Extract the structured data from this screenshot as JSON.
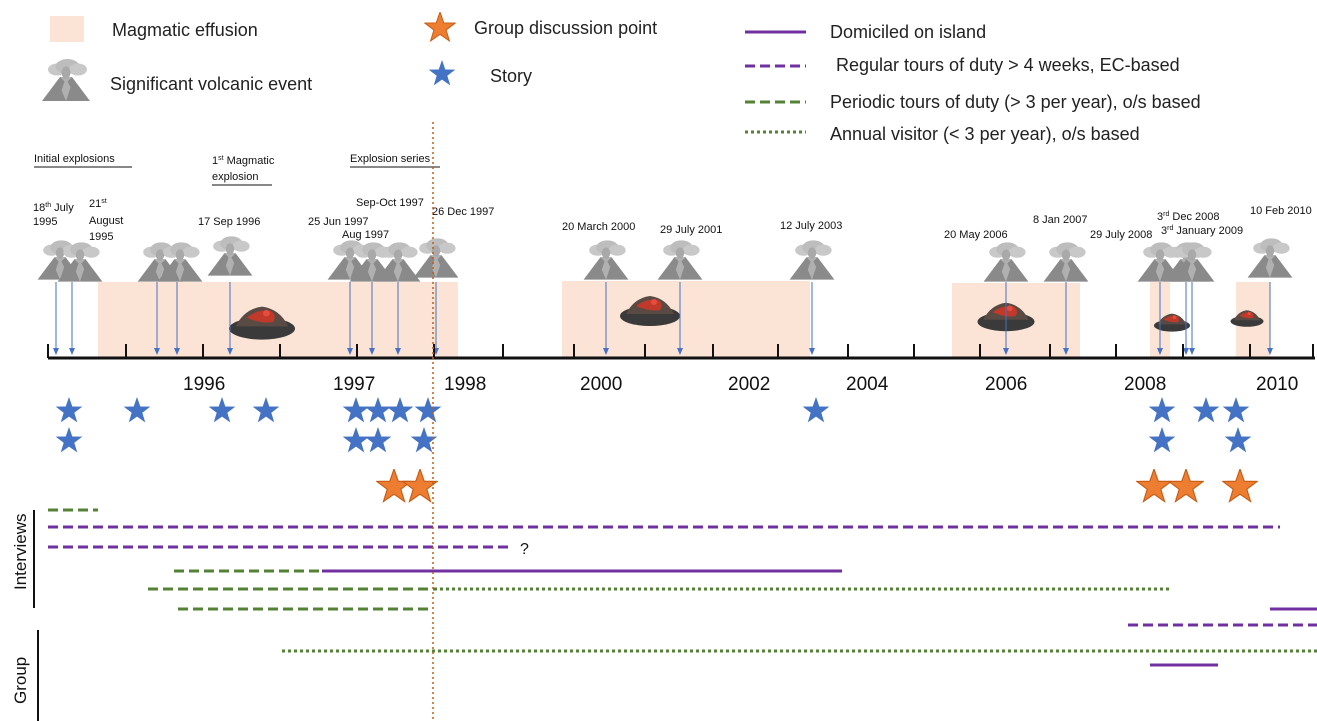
{
  "legend": {
    "magmatic_effusion": "Magmatic effusion",
    "significant_volcanic_event": "Significant volcanic event",
    "group_discussion_point": "Group discussion point",
    "story": "Story",
    "domiciled": "Domiciled on island",
    "regular_tours": "Regular tours of duty > 4 weeks, EC-based",
    "periodic_tours": "Periodic tours of duty (> 3 per year), o/s based",
    "annual_visitor": "Annual visitor (< 3 per year), o/s based"
  },
  "colors": {
    "effusion": "#fbe3d6",
    "purple": "#7030a0",
    "green": "#548235",
    "star_blue": "#4472c4",
    "star_orange": "#ed7d31",
    "event_arrow": "#4472c4",
    "marker_line": "#c55a11"
  },
  "phases": [
    {
      "label": "Initial explosions"
    },
    {
      "label": "1",
      "sup": "st",
      "label2": " Magmatic",
      "label3": "explosion"
    },
    {
      "label": "Explosion series"
    }
  ],
  "events": [
    {
      "date": 1995.54,
      "label": [
        "18th July",
        "1995"
      ]
    },
    {
      "date": 1995.64,
      "label": [
        "21st",
        "August",
        "1995"
      ]
    },
    {
      "date": 1996.0,
      "label": []
    },
    {
      "date": 1996.15,
      "label": []
    },
    {
      "date": 1996.71,
      "label": [
        "17 Sep 1996"
      ]
    },
    {
      "date": 1997.48,
      "label": [
        "25 Jun 1997"
      ]
    },
    {
      "date": 1997.62,
      "label": [
        "Aug 1997"
      ]
    },
    {
      "date": 1997.75,
      "label": [
        "Sep-Oct 1997"
      ]
    },
    {
      "date": 1997.98,
      "label": [
        "26 Dec 1997"
      ]
    },
    {
      "date": 2000.22,
      "label": [
        "20 March 2000"
      ]
    },
    {
      "date": 2001.57,
      "label": [
        "29 July 2001"
      ]
    },
    {
      "date": 2003.53,
      "label": [
        "12 July 2003"
      ]
    },
    {
      "date": 2006.38,
      "label": [
        "20 May 2006"
      ]
    },
    {
      "date": 2007.02,
      "label": [
        "8 Jan 2007"
      ]
    },
    {
      "date": 2008.57,
      "label": [
        "29 July 2008"
      ]
    },
    {
      "date": 2008.92,
      "label": [
        "3rd Dec 2008"
      ]
    },
    {
      "date": 2009.0,
      "label": [
        "3rd January 2009"
      ]
    },
    {
      "date": 2010.11,
      "label": [
        "10 Feb 2010"
      ]
    }
  ],
  "axis": {
    "year_labels": [
      "1996",
      "1997",
      "1998",
      "2000",
      "2002",
      "2004",
      "2006",
      "2008",
      "2010"
    ]
  },
  "interviews_label": "Interviews",
  "group_label": "Group",
  "question_mark": "?"
}
